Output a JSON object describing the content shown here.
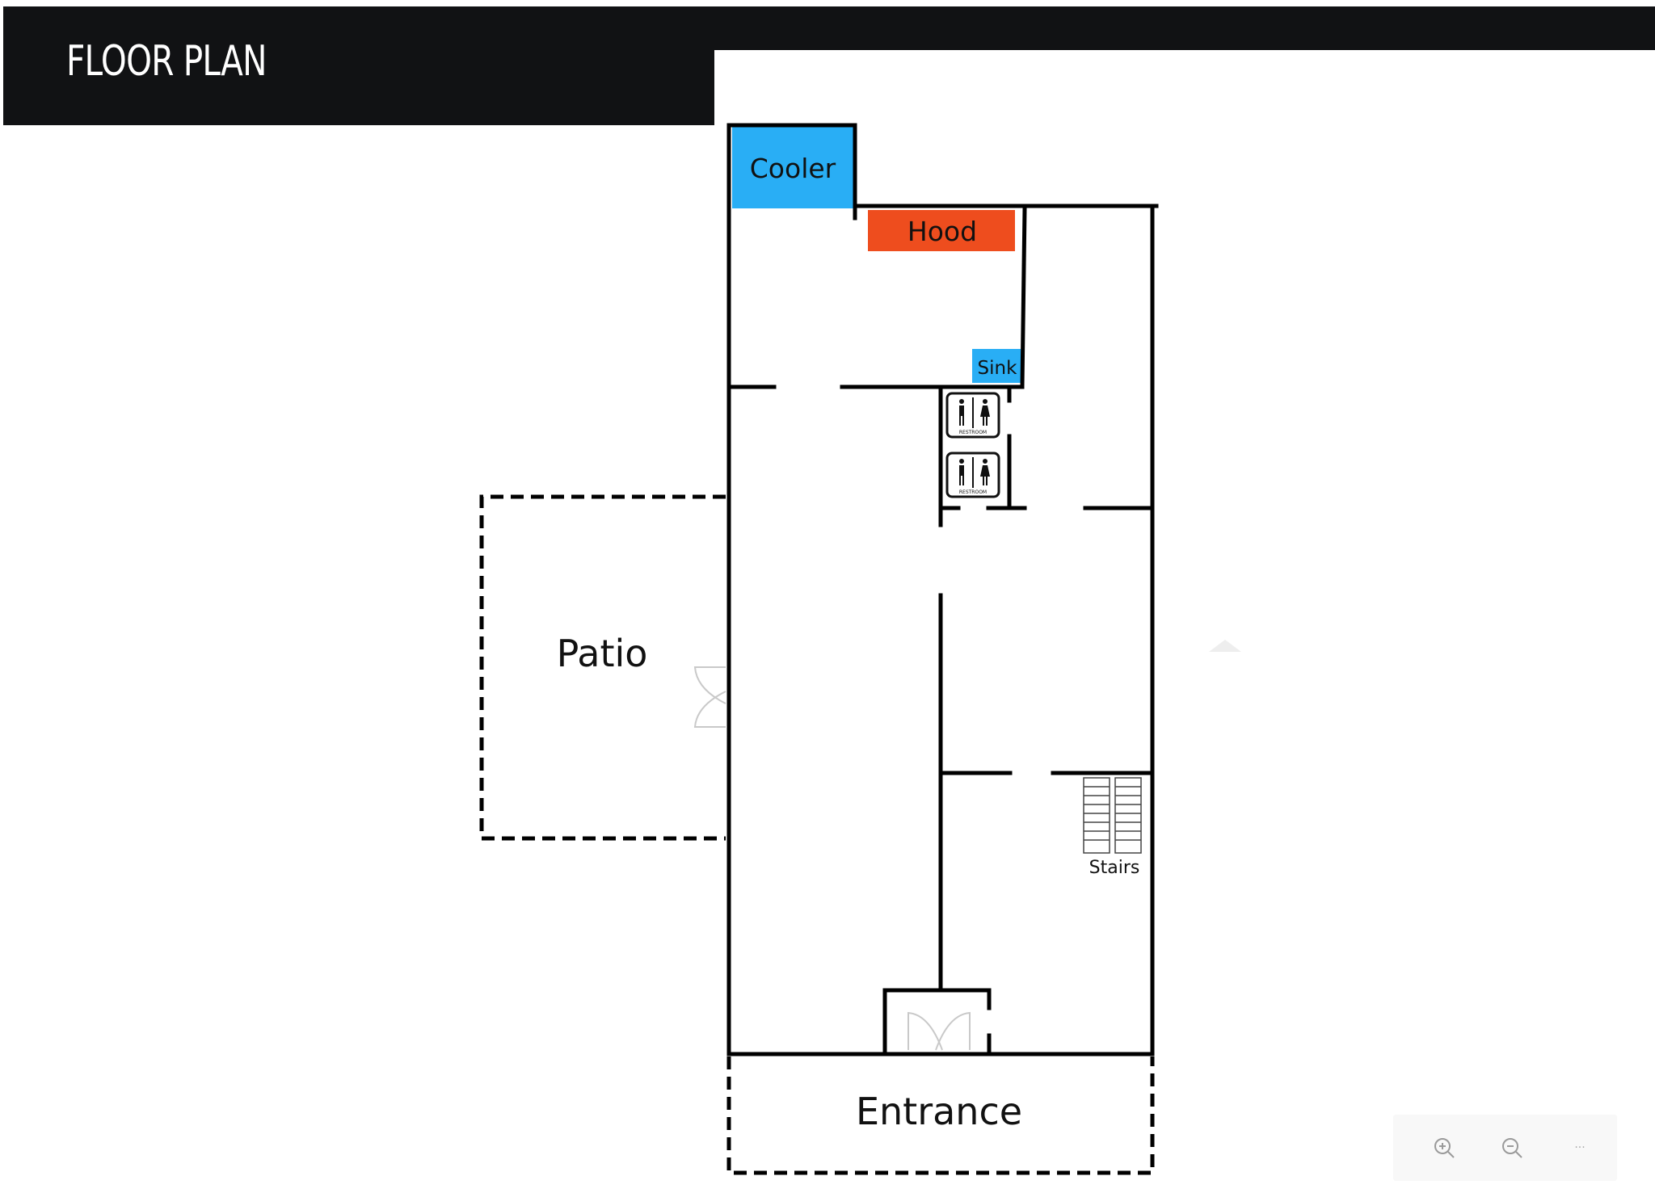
{
  "header": {
    "title": "FLOOR PLAN"
  },
  "rooms": {
    "cooler": "Cooler",
    "hood": "Hood",
    "sink": "Sink",
    "patio": "Patio",
    "entrance": "Entrance",
    "stairs": "Stairs",
    "restroom_sign": "RESTROOM"
  },
  "colors": {
    "cooler": "#29aef5",
    "hood": "#ee4d1e",
    "sink": "#29aef5",
    "header": "#111214"
  },
  "toolbar": {
    "zoom_in_icon": "zoom-in-icon",
    "zoom_out_icon": "zoom-out-icon",
    "more": "···"
  }
}
